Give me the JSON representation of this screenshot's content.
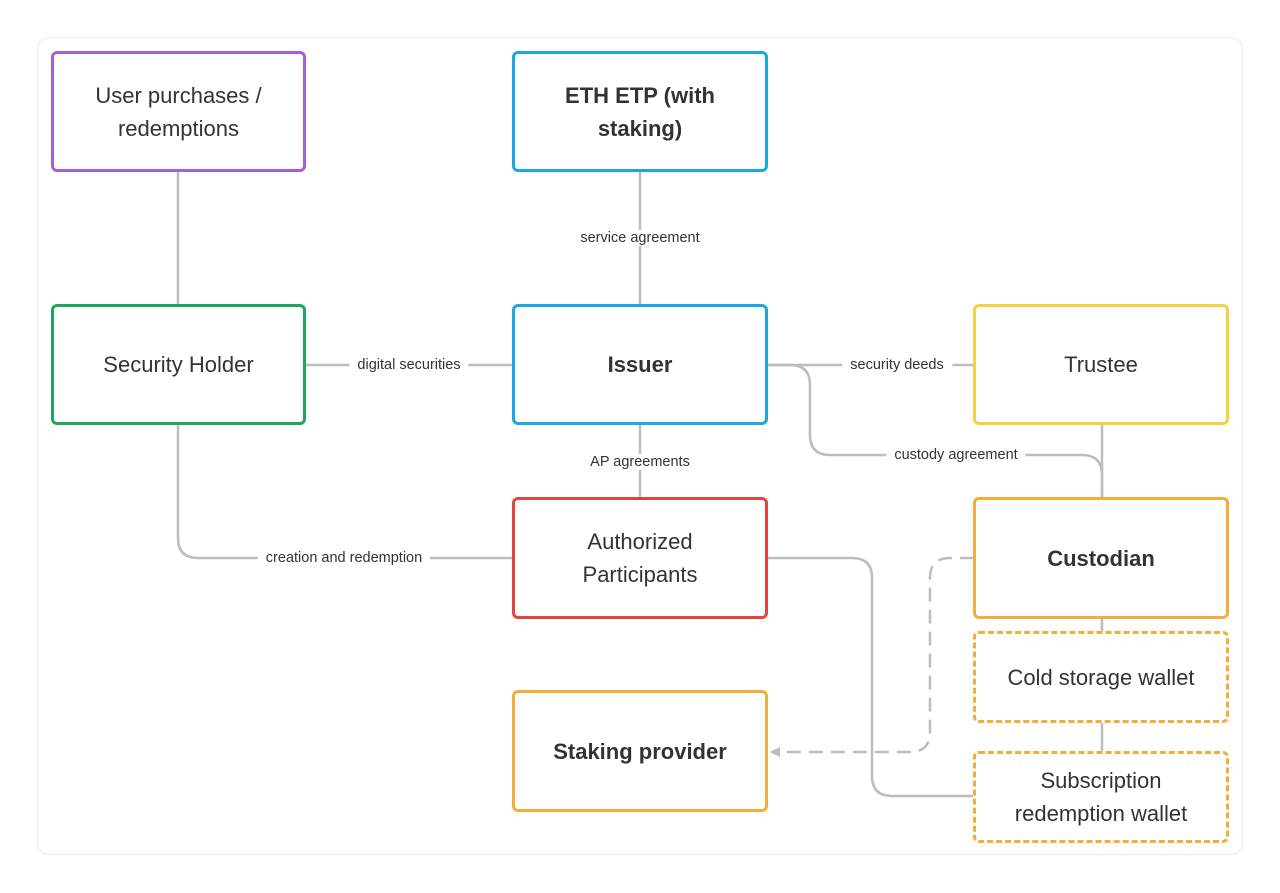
{
  "nodes": {
    "user_purchases": {
      "label": "User purchases / redemptions",
      "color": "#a55de1"
    },
    "eth_etp": {
      "label": "ETH ETP (with staking)",
      "color": "#1ba7df"
    },
    "security_holder": {
      "label": "Security Holder",
      "color": "#1ea65d"
    },
    "issuer": {
      "label": "Issuer",
      "color": "#1ba7df"
    },
    "trustee": {
      "label": "Trustee",
      "color": "#f3d240"
    },
    "authorized_participants": {
      "label": "Authorized Participants",
      "color": "#e2453d"
    },
    "custodian": {
      "label": "Custodian",
      "color": "#f2ad3a"
    },
    "cold_storage_wallet": {
      "label": "Cold storage wallet",
      "color": "#f2ad3a"
    },
    "staking_provider": {
      "label": "Staking provider",
      "color": "#f2ad3a"
    },
    "subscription_wallet": {
      "label": "Subscription redemption wallet",
      "color": "#f2ad3a"
    }
  },
  "edges": {
    "service_agreement": "service agreement",
    "digital_securities": "digital securities",
    "security_deeds": "security deeds",
    "custody_agreement": "custody agreement",
    "ap_agreements": "AP agreements",
    "creation_redemption": "creation and redemption"
  },
  "colors": {
    "edge": "#bdbdbd"
  }
}
